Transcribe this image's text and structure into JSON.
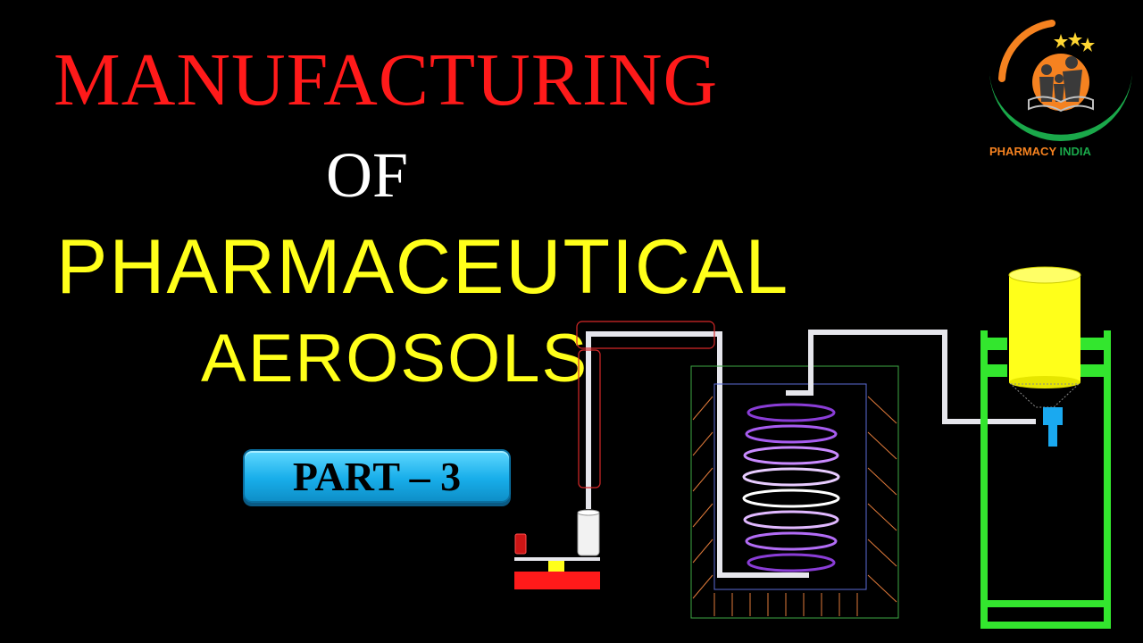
{
  "title": {
    "line1": "MANUFACTURING",
    "line2": "OF",
    "line3": "PHARMACEUTICAL",
    "line4": "AEROSOLS"
  },
  "badge": {
    "label": "PART – 3"
  },
  "logo": {
    "text_left": "PHARMACY",
    "text_right": "INDIA"
  },
  "colors": {
    "background": "#000000",
    "title_red": "#ff1a1a",
    "title_white": "#ffffff",
    "title_yellow": "#ffff1a",
    "badge_blue": "#18aeea",
    "logo_orange": "#f58220",
    "logo_green": "#1aa84a",
    "frame_green": "#33e62e",
    "pipe_white": "#e6e6ec",
    "coil_purple": "#c07cff",
    "hopper_yellow": "#ffff1a",
    "base_red": "#ff1a1a",
    "nozzle_blue": "#1aa9f0"
  }
}
